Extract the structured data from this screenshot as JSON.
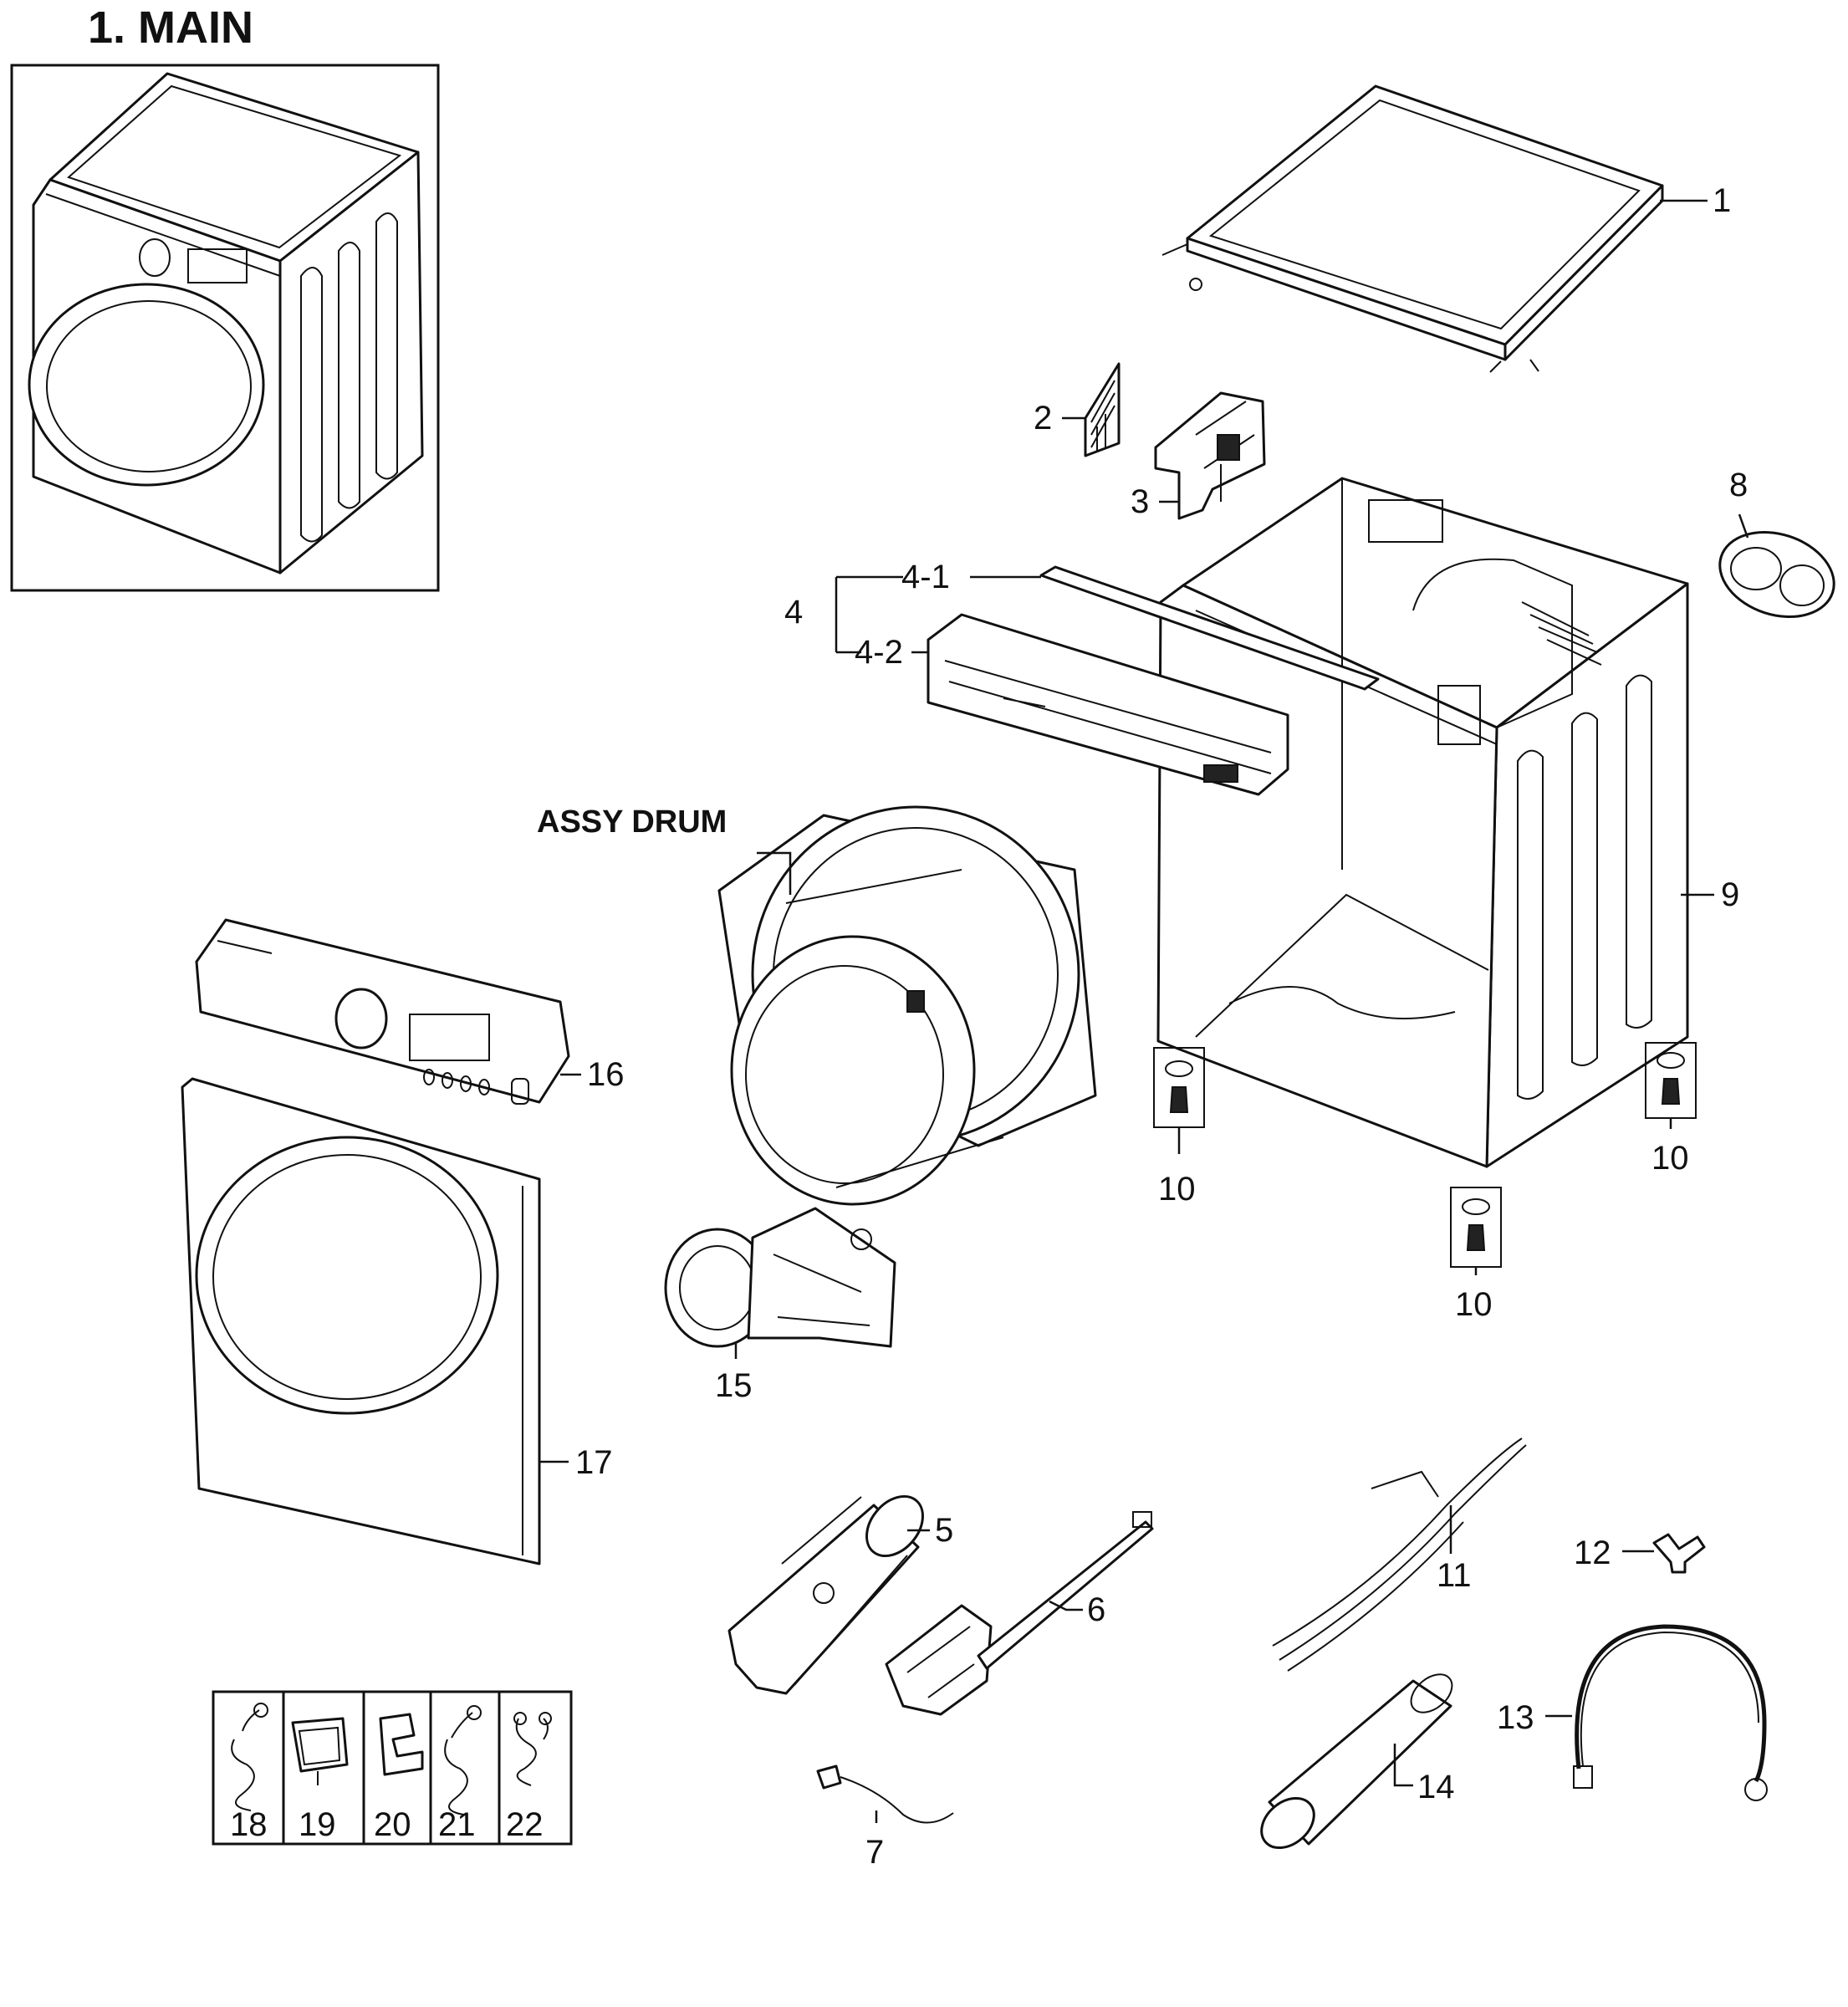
{
  "title": "1. MAIN",
  "assembly_label": "ASSY DRUM",
  "callouts": {
    "c1": "1",
    "c2": "2",
    "c3": "3",
    "c4": "4",
    "c4_1": "4-1",
    "c4_2": "4-2",
    "c5": "5",
    "c6": "6",
    "c7": "7",
    "c8": "8",
    "c9": "9",
    "c10_a": "10",
    "c10_b": "10",
    "c10_c": "10",
    "c11": "11",
    "c12": "12",
    "c13": "13",
    "c14": "14",
    "c15": "15",
    "c16": "16",
    "c17": "17"
  },
  "clip_table": [
    "18",
    "19",
    "20",
    "21",
    "22"
  ]
}
